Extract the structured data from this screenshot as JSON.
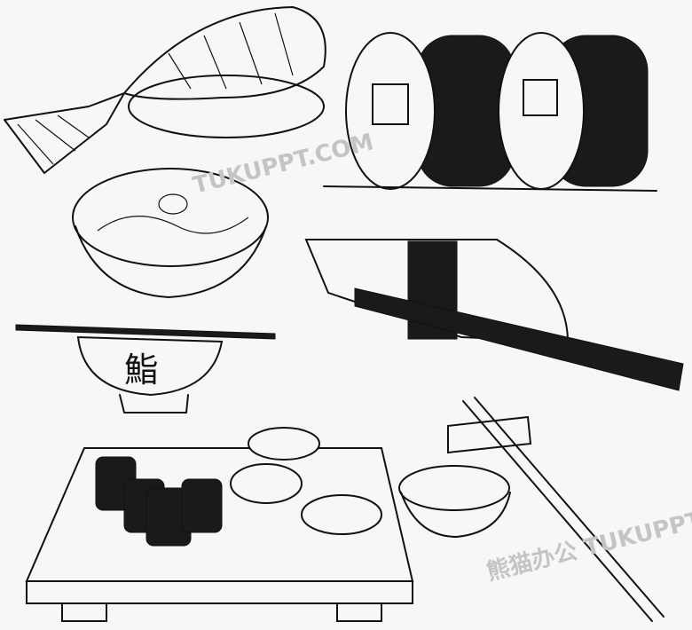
{
  "illustration": {
    "bowl_character": "鮨",
    "watermark": {
      "site": "TUKUPPT.COM",
      "brand": "熊猫办公 TUKUPPT"
    },
    "colors": {
      "ink": "#111111",
      "paper": "#f7f7f7"
    }
  }
}
